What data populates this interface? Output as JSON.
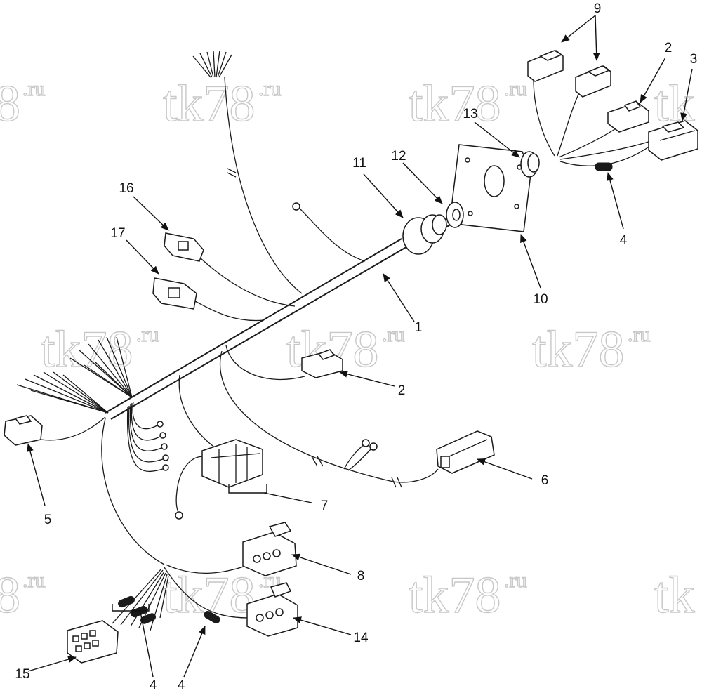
{
  "watermark": {
    "main": "tk78",
    "suffix": ".ru",
    "partial_main": "8",
    "partial_left": "tk"
  },
  "callouts": [
    {
      "id": "callout-1",
      "label": "1"
    },
    {
      "id": "callout-2-top",
      "label": "2"
    },
    {
      "id": "callout-2-mid",
      "label": "2"
    },
    {
      "id": "callout-3",
      "label": "3"
    },
    {
      "id": "callout-4-right",
      "label": "4"
    },
    {
      "id": "callout-4-bottom-left",
      "label": "4"
    },
    {
      "id": "callout-4-bottom-right",
      "label": "4"
    },
    {
      "id": "callout-5",
      "label": "5"
    },
    {
      "id": "callout-6",
      "label": "6"
    },
    {
      "id": "callout-7",
      "label": "7"
    },
    {
      "id": "callout-8",
      "label": "8"
    },
    {
      "id": "callout-9",
      "label": "9"
    },
    {
      "id": "callout-10",
      "label": "10"
    },
    {
      "id": "callout-11",
      "label": "11"
    },
    {
      "id": "callout-12",
      "label": "12"
    },
    {
      "id": "callout-13",
      "label": "13"
    },
    {
      "id": "callout-14",
      "label": "14"
    },
    {
      "id": "callout-15",
      "label": "15"
    },
    {
      "id": "callout-16",
      "label": "16"
    },
    {
      "id": "callout-17",
      "label": "17"
    }
  ]
}
